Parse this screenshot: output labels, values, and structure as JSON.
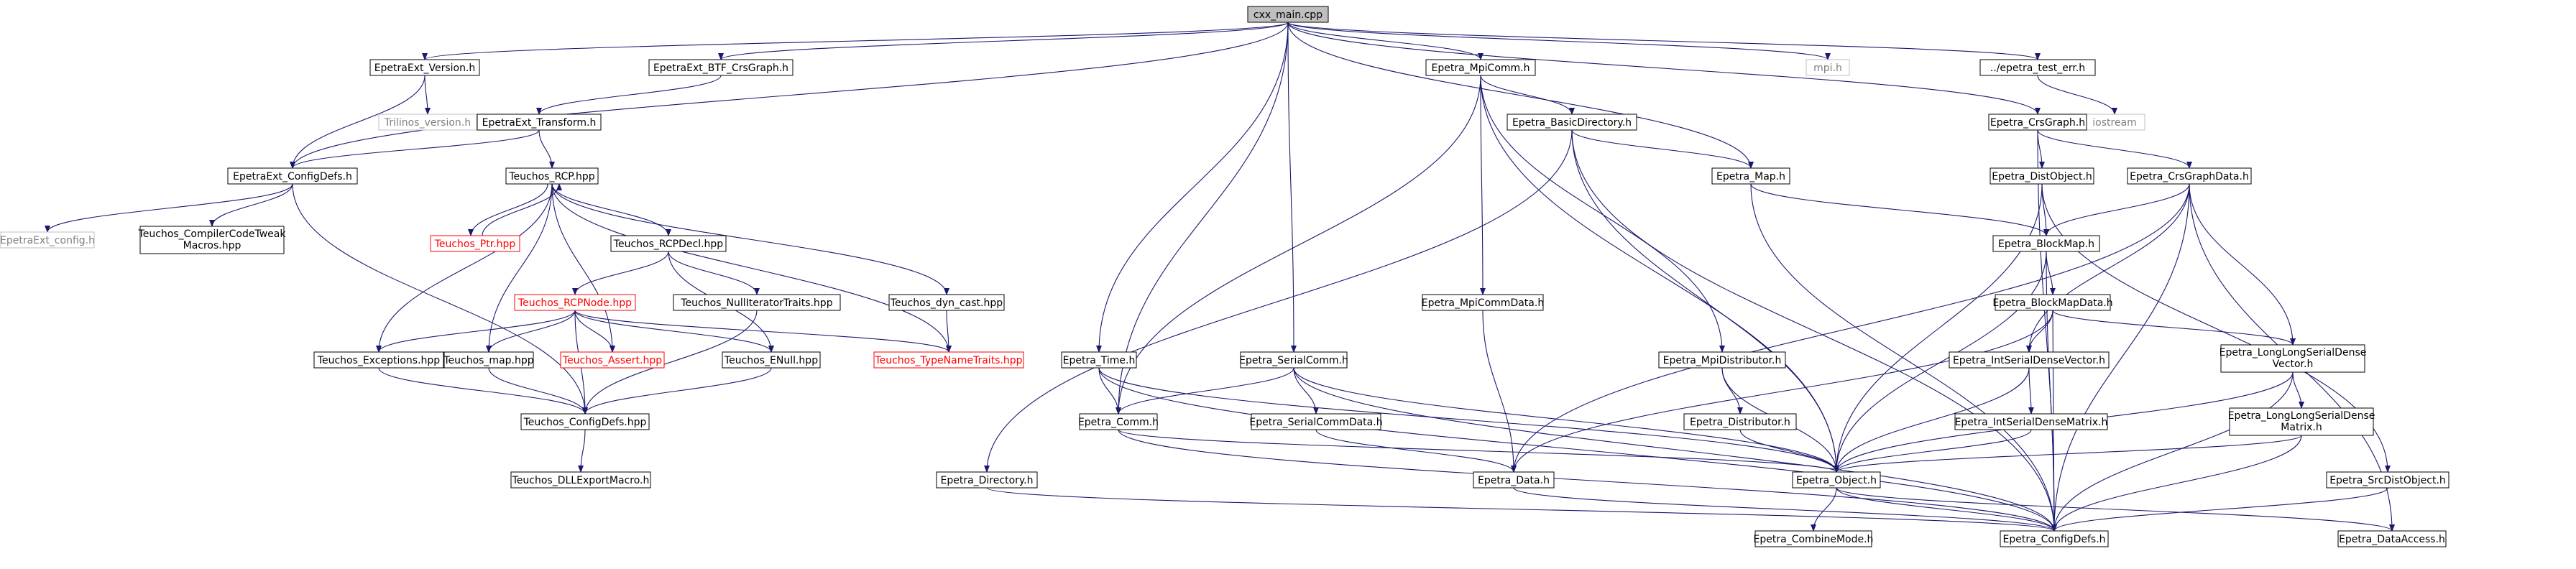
{
  "diagram": {
    "colors": {
      "edge": "#191970",
      "node_border": "#000000",
      "root_fill": "#bfbfbf",
      "external_border": "#bfbfbf",
      "external_text": "#808080",
      "red_border": "#ff0000",
      "red_text": "#ff0000",
      "text": "#000000"
    },
    "nodes": [
      {
        "id": "cxx_main",
        "label": "cxx_main.cpp",
        "style": "root"
      },
      {
        "id": "ext_version",
        "label": "EpetraExt_Version.h",
        "style": "normal"
      },
      {
        "id": "ext_btf",
        "label": "EpetraExt_BTF_CrsGraph.h",
        "style": "normal"
      },
      {
        "id": "trilinos_version",
        "label": "Trilinos_version.h",
        "style": "external"
      },
      {
        "id": "ext_transform",
        "label": "EpetraExt_Transform.h",
        "style": "normal"
      },
      {
        "id": "ext_configdefs",
        "label": "EpetraExt_ConfigDefs.h",
        "style": "normal"
      },
      {
        "id": "ext_config",
        "label": "EpetraExt_config.h",
        "style": "external"
      },
      {
        "id": "compiler_tweak",
        "label": "Teuchos_CompilerCodeTweak\nMacros.hpp",
        "style": "normal"
      },
      {
        "id": "rcp",
        "label": "Teuchos_RCP.hpp",
        "style": "normal"
      },
      {
        "id": "ptr",
        "label": "Teuchos_Ptr.hpp",
        "style": "red"
      },
      {
        "id": "rcpdecl",
        "label": "Teuchos_RCPDecl.hpp",
        "style": "normal"
      },
      {
        "id": "rcpnode",
        "label": "Teuchos_RCPNode.hpp",
        "style": "red"
      },
      {
        "id": "null_iter",
        "label": "Teuchos_NullIteratorTraits.hpp",
        "style": "normal"
      },
      {
        "id": "dyn_cast",
        "label": "Teuchos_dyn_cast.hpp",
        "style": "normal"
      },
      {
        "id": "exceptions",
        "label": "Teuchos_Exceptions.hpp",
        "style": "normal"
      },
      {
        "id": "tmap",
        "label": "Teuchos_map.hpp",
        "style": "normal"
      },
      {
        "id": "assert",
        "label": "Teuchos_Assert.hpp",
        "style": "red"
      },
      {
        "id": "enull",
        "label": "Teuchos_ENull.hpp",
        "style": "normal"
      },
      {
        "id": "typename",
        "label": "Teuchos_TypeNameTraits.hpp",
        "style": "red"
      },
      {
        "id": "t_configdefs",
        "label": "Teuchos_ConfigDefs.hpp",
        "style": "normal"
      },
      {
        "id": "dllexport",
        "label": "Teuchos_DLLExportMacro.h",
        "style": "normal"
      },
      {
        "id": "time",
        "label": "Epetra_Time.h",
        "style": "normal"
      },
      {
        "id": "comm",
        "label": "Epetra_Comm.h",
        "style": "normal"
      },
      {
        "id": "directory",
        "label": "Epetra_Directory.h",
        "style": "normal"
      },
      {
        "id": "serialcomm",
        "label": "Epetra_SerialComm.h",
        "style": "normal"
      },
      {
        "id": "serialcommdata",
        "label": "Epetra_SerialCommData.h",
        "style": "normal"
      },
      {
        "id": "mpicomm",
        "label": "Epetra_MpiComm.h",
        "style": "normal"
      },
      {
        "id": "basicdir",
        "label": "Epetra_BasicDirectory.h",
        "style": "normal"
      },
      {
        "id": "mpicommdata",
        "label": "Epetra_MpiCommData.h",
        "style": "normal"
      },
      {
        "id": "mpidist",
        "label": "Epetra_MpiDistributor.h",
        "style": "normal"
      },
      {
        "id": "distributor",
        "label": "Epetra_Distributor.h",
        "style": "normal"
      },
      {
        "id": "map",
        "label": "Epetra_Map.h",
        "style": "normal"
      },
      {
        "id": "data",
        "label": "Epetra_Data.h",
        "style": "normal"
      },
      {
        "id": "object",
        "label": "Epetra_Object.h",
        "style": "normal"
      },
      {
        "id": "combinemode",
        "label": "Epetra_CombineMode.h",
        "style": "normal"
      },
      {
        "id": "e_configdefs",
        "label": "Epetra_ConfigDefs.h",
        "style": "normal"
      },
      {
        "id": "mpi",
        "label": "mpi.h",
        "style": "external"
      },
      {
        "id": "test_err",
        "label": "../epetra_test_err.h",
        "style": "normal"
      },
      {
        "id": "iostream",
        "label": "iostream",
        "style": "external"
      },
      {
        "id": "crsgraph",
        "label": "Epetra_CrsGraph.h",
        "style": "normal"
      },
      {
        "id": "distobject",
        "label": "Epetra_DistObject.h",
        "style": "normal"
      },
      {
        "id": "crsgraphdata",
        "label": "Epetra_CrsGraphData.h",
        "style": "normal"
      },
      {
        "id": "blockmap",
        "label": "Epetra_BlockMap.h",
        "style": "normal"
      },
      {
        "id": "blockmapdata",
        "label": "Epetra_BlockMapData.h",
        "style": "normal"
      },
      {
        "id": "intsdv",
        "label": "Epetra_IntSerialDenseVector.h",
        "style": "normal"
      },
      {
        "id": "intsdm",
        "label": "Epetra_IntSerialDenseMatrix.h",
        "style": "normal"
      },
      {
        "id": "llsdv",
        "label": "Epetra_LongLongSerialDense\nVector.h",
        "style": "normal"
      },
      {
        "id": "llsdm",
        "label": "Epetra_LongLongSerialDense\nMatrix.h",
        "style": "normal"
      },
      {
        "id": "srcdistobject",
        "label": "Epetra_SrcDistObject.h",
        "style": "normal"
      },
      {
        "id": "dataaccess",
        "label": "Epetra_DataAccess.h",
        "style": "normal"
      }
    ],
    "edges": [
      [
        "cxx_main",
        "ext_version"
      ],
      [
        "cxx_main",
        "ext_btf"
      ],
      [
        "cxx_main",
        "ext_configdefs"
      ],
      [
        "cxx_main",
        "time"
      ],
      [
        "cxx_main",
        "comm"
      ],
      [
        "cxx_main",
        "serialcomm"
      ],
      [
        "cxx_main",
        "mpicomm"
      ],
      [
        "cxx_main",
        "map"
      ],
      [
        "cxx_main",
        "mpi"
      ],
      [
        "cxx_main",
        "test_err"
      ],
      [
        "cxx_main",
        "crsgraph"
      ],
      [
        "ext_version",
        "trilinos_version"
      ],
      [
        "ext_version",
        "ext_configdefs"
      ],
      [
        "ext_btf",
        "ext_transform"
      ],
      [
        "ext_transform",
        "ext_configdefs"
      ],
      [
        "ext_transform",
        "rcp"
      ],
      [
        "ext_configdefs",
        "ext_config"
      ],
      [
        "ext_configdefs",
        "compiler_tweak"
      ],
      [
        "ext_configdefs",
        "t_configdefs"
      ],
      [
        "rcp",
        "ptr"
      ],
      [
        "rcp",
        "rcpdecl"
      ],
      [
        "rcp",
        "dyn_cast"
      ],
      [
        "rcp",
        "exceptions"
      ],
      [
        "rcp",
        "tmap"
      ],
      [
        "rcp",
        "assert"
      ],
      [
        "rcp",
        "typename"
      ],
      [
        "ptr",
        "rcp"
      ],
      [
        "rcpdecl",
        "rcpnode"
      ],
      [
        "rcpdecl",
        "null_iter"
      ],
      [
        "rcpdecl",
        "enull"
      ],
      [
        "rcpnode",
        "exceptions"
      ],
      [
        "rcpnode",
        "tmap"
      ],
      [
        "rcpnode",
        "assert"
      ],
      [
        "rcpnode",
        "enull"
      ],
      [
        "rcpnode",
        "typename"
      ],
      [
        "rcpnode",
        "t_configdefs"
      ],
      [
        "null_iter",
        "t_configdefs"
      ],
      [
        "dyn_cast",
        "typename"
      ],
      [
        "exceptions",
        "t_configdefs"
      ],
      [
        "tmap",
        "t_configdefs"
      ],
      [
        "enull",
        "t_configdefs"
      ],
      [
        "t_configdefs",
        "dllexport"
      ],
      [
        "time",
        "comm"
      ],
      [
        "time",
        "object"
      ],
      [
        "time",
        "e_configdefs"
      ],
      [
        "comm",
        "object"
      ],
      [
        "comm",
        "e_configdefs"
      ],
      [
        "directory",
        "e_configdefs"
      ],
      [
        "serialcomm",
        "comm"
      ],
      [
        "serialcomm",
        "serialcommdata"
      ],
      [
        "serialcomm",
        "object"
      ],
      [
        "serialcomm",
        "e_configdefs"
      ],
      [
        "serialcommdata",
        "data"
      ],
      [
        "mpicomm",
        "comm"
      ],
      [
        "mpicomm",
        "basicdir"
      ],
      [
        "mpicomm",
        "mpicommdata"
      ],
      [
        "mpicomm",
        "mpidist"
      ],
      [
        "mpicomm",
        "object"
      ],
      [
        "basicdir",
        "directory"
      ],
      [
        "basicdir",
        "map"
      ],
      [
        "basicdir",
        "object"
      ],
      [
        "basicdir",
        "e_configdefs"
      ],
      [
        "mpicommdata",
        "data"
      ],
      [
        "mpidist",
        "distributor"
      ],
      [
        "mpidist",
        "object"
      ],
      [
        "distributor",
        "object"
      ],
      [
        "map",
        "blockmap"
      ],
      [
        "map",
        "e_configdefs"
      ],
      [
        "data",
        "e_configdefs"
      ],
      [
        "object",
        "combinemode"
      ],
      [
        "object",
        "e_configdefs"
      ],
      [
        "object",
        "dataaccess"
      ],
      [
        "test_err",
        "iostream"
      ],
      [
        "crsgraph",
        "distobject"
      ],
      [
        "crsgraph",
        "crsgraphdata"
      ],
      [
        "crsgraph",
        "e_configdefs"
      ],
      [
        "distobject",
        "blockmap"
      ],
      [
        "distobject",
        "object"
      ],
      [
        "distobject",
        "srcdistobject"
      ],
      [
        "crsgraphdata",
        "data"
      ],
      [
        "crsgraphdata",
        "blockmap"
      ],
      [
        "crsgraphdata",
        "intsdv"
      ],
      [
        "crsgraphdata",
        "llsdv"
      ],
      [
        "crsgraphdata",
        "e_configdefs"
      ],
      [
        "crsgraphdata",
        "dataaccess"
      ],
      [
        "blockmap",
        "blockmapdata"
      ],
      [
        "blockmap",
        "object"
      ],
      [
        "blockmap",
        "e_configdefs"
      ],
      [
        "blockmapdata",
        "data"
      ],
      [
        "blockmapdata",
        "intsdv"
      ],
      [
        "blockmapdata",
        "llsdv"
      ],
      [
        "blockmapdata",
        "e_configdefs"
      ],
      [
        "intsdv",
        "intsdm"
      ],
      [
        "intsdv",
        "object"
      ],
      [
        "intsdm",
        "object"
      ],
      [
        "llsdv",
        "llsdm"
      ],
      [
        "llsdv",
        "object"
      ],
      [
        "llsdv",
        "e_configdefs"
      ],
      [
        "llsdm",
        "object"
      ],
      [
        "llsdm",
        "e_configdefs"
      ],
      [
        "srcdistobject",
        "e_configdefs"
      ]
    ]
  }
}
